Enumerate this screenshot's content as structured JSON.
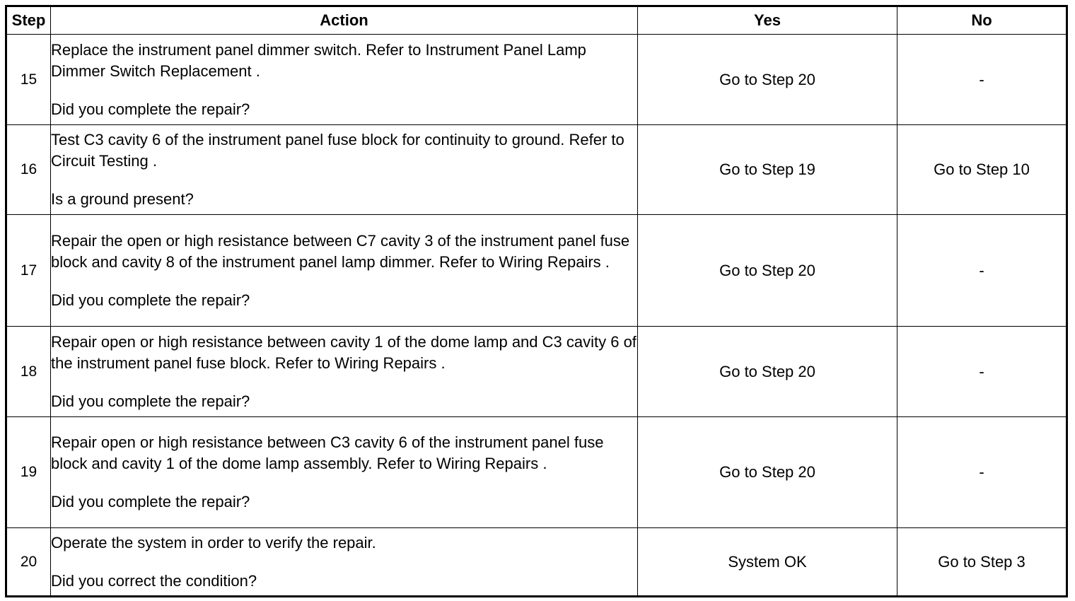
{
  "table": {
    "headers": {
      "step": "Step",
      "action": "Action",
      "yes": "Yes",
      "no": "No"
    },
    "rows": [
      {
        "step": "15",
        "action": "Replace the instrument panel dimmer switch. Refer to Instrument Panel Lamp Dimmer Switch Replacement .",
        "question": "Did you complete the repair?",
        "yes": "Go to Step 20",
        "no": "-"
      },
      {
        "step": "16",
        "action": "Test C3 cavity 6 of the instrument panel fuse block for continuity to ground. Refer to Circuit Testing .",
        "question": "Is a ground present?",
        "yes": "Go to Step 19",
        "no": "Go to Step 10"
      },
      {
        "step": "17",
        "action": "Repair the open or high resistance between C7 cavity 3 of the instrument panel fuse block and cavity 8 of the instrument panel lamp dimmer. Refer to Wiring Repairs .",
        "question": "Did you complete the repair?",
        "yes": "Go to Step 20",
        "no": "-"
      },
      {
        "step": "18",
        "action": "Repair open or high resistance between cavity 1 of the dome lamp and C3 cavity 6 of the instrument panel fuse block. Refer to Wiring Repairs .",
        "question": "Did you complete the repair?",
        "yes": "Go to Step 20",
        "no": "-"
      },
      {
        "step": "19",
        "action": "Repair open or high resistance between C3 cavity 6 of the instrument panel fuse block and cavity 1 of the dome lamp assembly. Refer to Wiring Repairs .",
        "question": "Did you complete the repair?",
        "yes": "Go to Step 20",
        "no": "-"
      },
      {
        "step": "20",
        "action": "Operate the system in order to verify the repair.",
        "question": "Did you correct the condition?",
        "yes": "System OK",
        "no": "Go to Step 3"
      }
    ]
  }
}
